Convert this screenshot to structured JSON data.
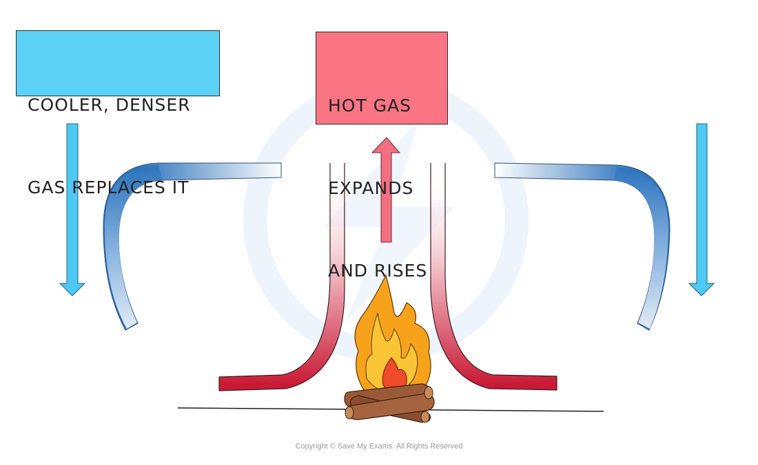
{
  "labels": {
    "cool": {
      "line1": "COOLER, DENSER",
      "line2": "GAS REPLACES IT",
      "fill": "#5cd2f7"
    },
    "hot": {
      "line1": "HOT GAS",
      "line2": "EXPANDS",
      "line3": "AND RISES",
      "fill": "#f97584"
    }
  },
  "colors": {
    "arrow_cool": "#4ec8f4",
    "arrow_hot": "#f26e80",
    "flow_cool": "#2e74bd",
    "flow_hot": "#c81a34",
    "flame_outer": "#f6a21b",
    "flame_middle": "#f9c536",
    "flame_inner": "#ef4a2b",
    "log": "#9a5a37",
    "ground": "#1f1f1f",
    "watermark": "#eef4fb"
  },
  "footer": {
    "copyright": "Copyright © Save My Exams. All Rights Reserved"
  }
}
